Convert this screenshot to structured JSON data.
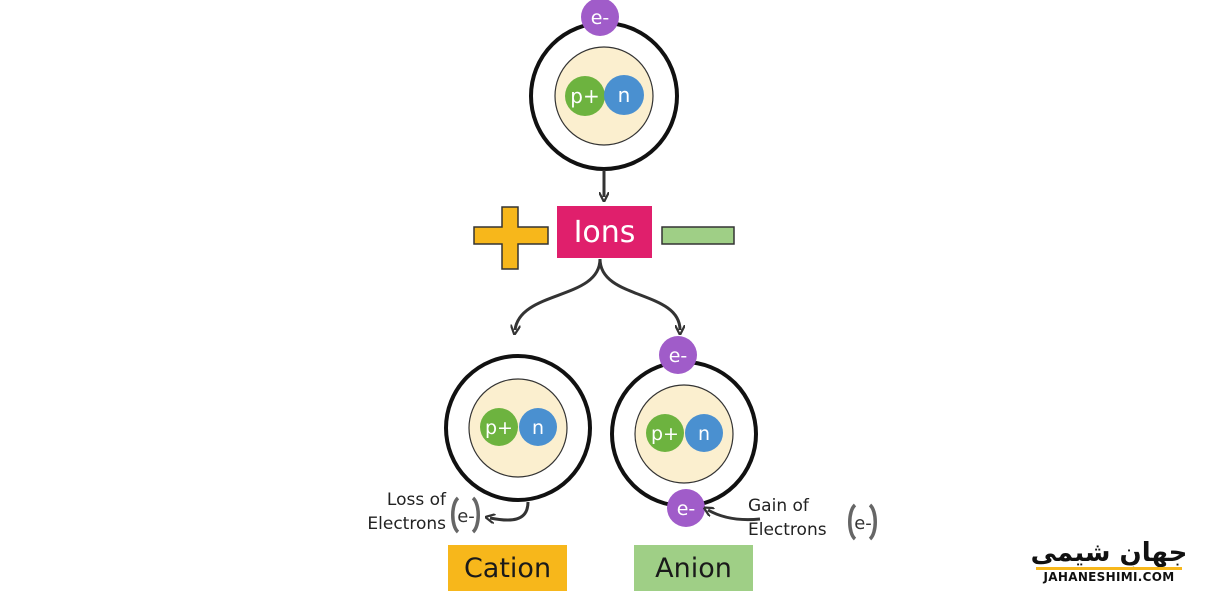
{
  "center_label": "Ions",
  "cation": "Cation",
  "anion": "Anion",
  "loss_text": [
    "Loss of",
    "Electrons"
  ],
  "gain_text": [
    "Gain of",
    "Electrons"
  ],
  "electron": "e-",
  "proton": "p+",
  "neutron": "n",
  "logo": {
    "arabic": "جهانِ شیمی",
    "latin": "JAHANESHIMI.COM"
  },
  "colors": {
    "ions": "#e01f6c",
    "cation": "#f7b71b",
    "anion": "#9fcf86",
    "electron": "#a05cc9",
    "proton": "#6db33f",
    "neutron": "#4a90d0",
    "nucleus": "#fbefcf"
  }
}
